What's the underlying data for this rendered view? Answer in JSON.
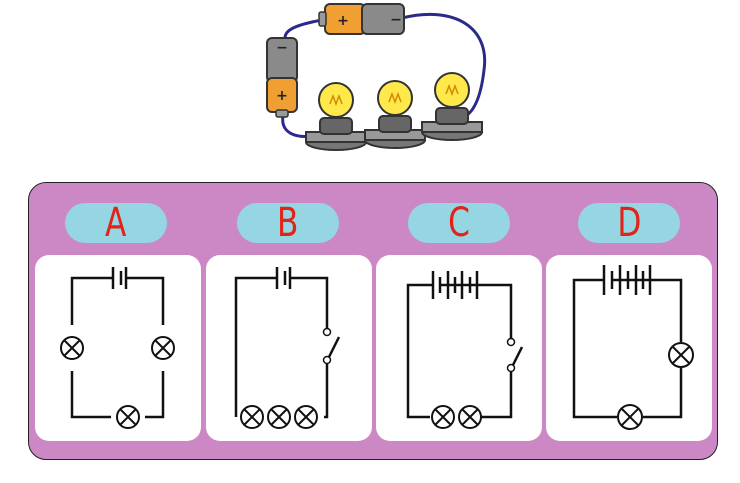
{
  "options": [
    {
      "label": "A",
      "icon": "circuit-a"
    },
    {
      "label": "B",
      "icon": "circuit-b"
    },
    {
      "label": "C",
      "icon": "circuit-c"
    },
    {
      "label": "D",
      "icon": "circuit-d"
    }
  ],
  "illustration": {
    "icon": "battery-bulbs-illustration",
    "battery_plus": "+",
    "battery_minus": "−"
  },
  "colors": {
    "panel": "#cc88c4",
    "tab": "#96d6e2",
    "label": "#e2231a",
    "wire": "#2a2a8a",
    "battery": "#f0a033"
  }
}
